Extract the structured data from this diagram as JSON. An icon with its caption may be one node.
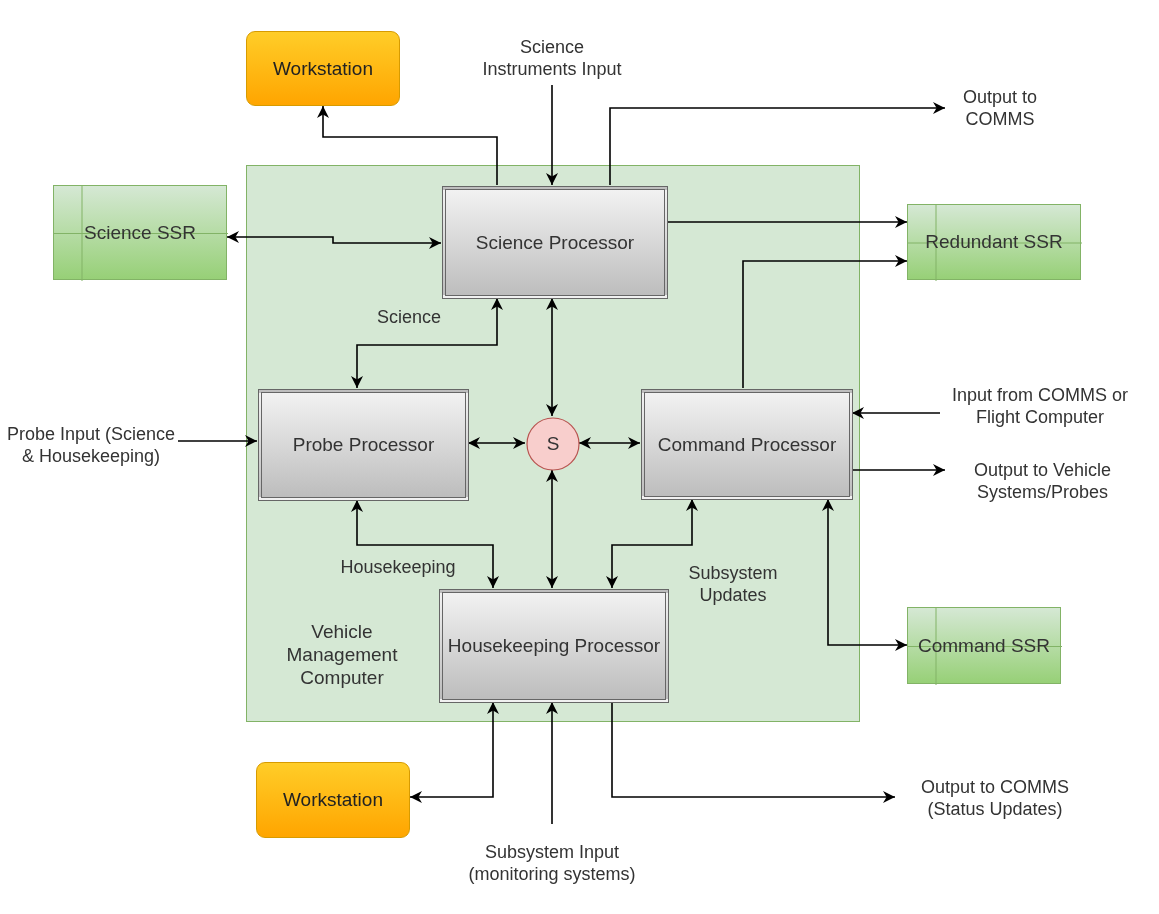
{
  "diagram": {
    "nodes": [
      {
        "text": [
          "Vehicle Management Computer"
        ]
      },
      {
        "text": [
          "Science Processor"
        ],
        "in": 0
      },
      {
        "text": [
          "Probe Processor"
        ],
        "in": 0
      },
      {
        "text": [
          "S"
        ],
        "in": 0
      },
      {
        "text": [
          "Command Processor"
        ],
        "in": 0
      },
      {
        "text": [
          "Housekeeping Processor"
        ],
        "in": 0
      },
      {
        "text": [
          "Workstation"
        ]
      },
      {
        "text": [
          "Workstation"
        ]
      },
      {
        "text": [
          "Science SSR"
        ]
      },
      {
        "text": [
          "Redundant SSR"
        ]
      },
      {
        "text": [
          "Command SSR"
        ]
      },
      {
        "text": [
          "Science Instruments Input"
        ]
      },
      {
        "text": [
          "Output to COMMS"
        ]
      },
      {
        "text": [
          "Probe Input (Science & Housekeeping)"
        ]
      },
      {
        "text": [
          "Input from COMMS or Flight Computer"
        ]
      },
      {
        "text": [
          "Output to Vehicle Systems/Probes"
        ]
      },
      {
        "text": [
          "Output to COMMS (Status Updates)"
        ]
      },
      {
        "text": [
          "Subsystem Input (monitoring systems)"
        ]
      }
    ],
    "edges": [
      {
        "from": 1,
        "to": 6,
        "arrow": "to"
      },
      {
        "from": 11,
        "to": 1,
        "arrow": "to"
      },
      {
        "from": 1,
        "to": 12,
        "arrow": "to"
      },
      {
        "from": 8,
        "to": 1,
        "arrow": "both"
      },
      {
        "from": 1,
        "to": 9,
        "arrow": "to"
      },
      {
        "from": 4,
        "to": 9,
        "arrow": "to"
      },
      {
        "from": 1,
        "to": 3,
        "arrow": "both"
      },
      {
        "from": 13,
        "to": 2,
        "arrow": "to"
      },
      {
        "from": 2,
        "to": 3,
        "arrow": "both"
      },
      {
        "from": 1,
        "to": 2,
        "arrow": "both",
        "label": "Science"
      },
      {
        "from": 3,
        "to": 4,
        "arrow": "both"
      },
      {
        "from": 14,
        "to": 4,
        "arrow": "to"
      },
      {
        "from": 4,
        "to": 15,
        "arrow": "to"
      },
      {
        "from": 4,
        "to": 10,
        "arrow": "both"
      },
      {
        "from": 2,
        "to": 5,
        "arrow": "both",
        "label": "Housekeeping"
      },
      {
        "from": 3,
        "to": 5,
        "arrow": "both"
      },
      {
        "from": 4,
        "to": 5,
        "arrow": "both",
        "label": "Subsystem Updates"
      },
      {
        "from": 5,
        "to": 7,
        "arrow": "both"
      },
      {
        "from": 17,
        "to": 5,
        "arrow": "to"
      },
      {
        "from": 5,
        "to": 16,
        "arrow": "to"
      }
    ]
  }
}
